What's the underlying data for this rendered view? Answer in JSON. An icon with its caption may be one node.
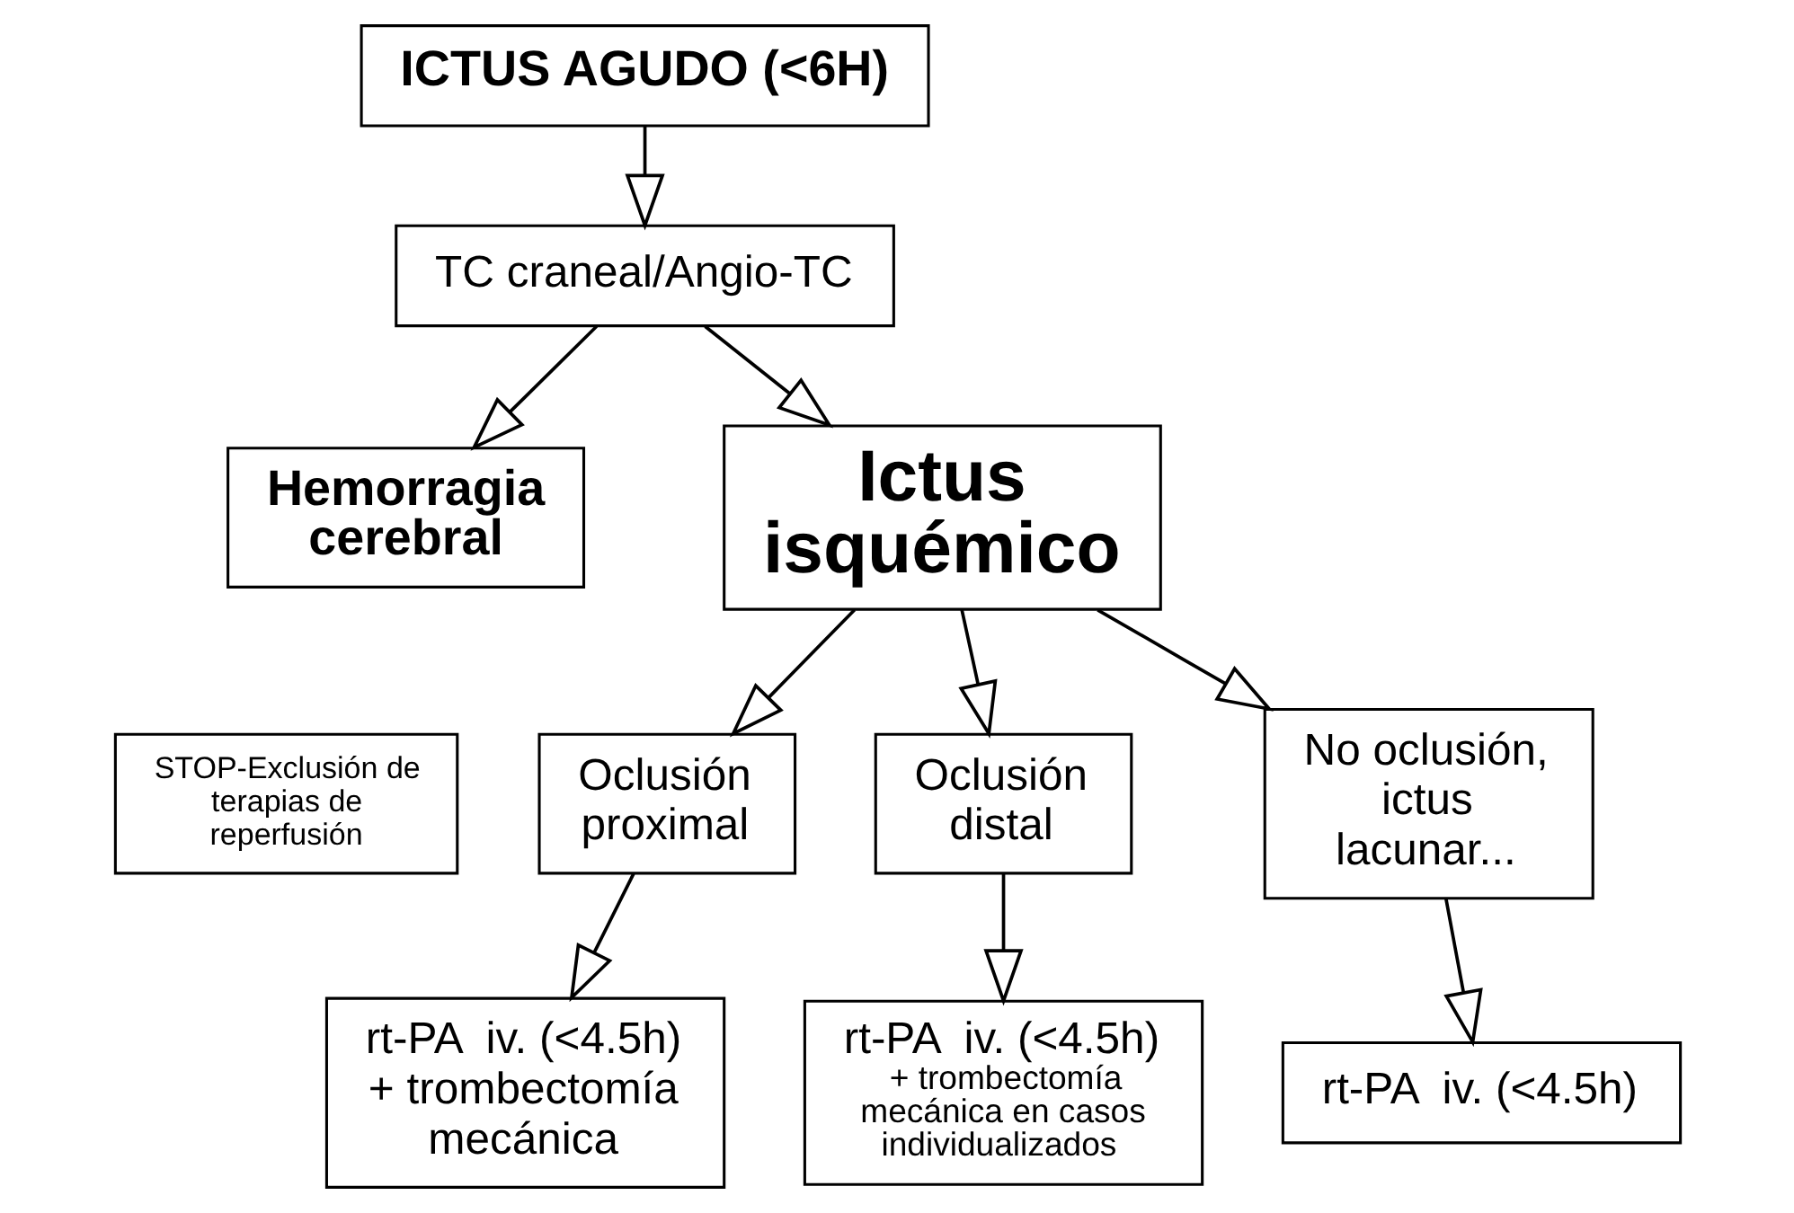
{
  "diagram": {
    "nodes": [
      {
        "text": [
          "ICTUS AGUDO (<6H)"
        ]
      },
      {
        "text": [
          "TC craneal/Angio-TC"
        ]
      },
      {
        "text": [
          "Hemorragia cerebral"
        ]
      },
      {
        "text": [
          "STOP-Exclusión de terapias de reperfusión"
        ]
      },
      {
        "text": [
          "Ictus isquémico"
        ]
      },
      {
        "text": [
          "Oclusión proximal"
        ]
      },
      {
        "text": [
          "Oclusión distal"
        ]
      },
      {
        "text": [
          "No oclusión, ictus lacunar..."
        ]
      },
      {
        "text": [
          "rt-PA  iv. (<4.5h) + trombectomía mecánica"
        ]
      },
      {
        "text": [
          "rt-PA  iv. (<4.5h)",
          "+ trombectomía mecánica en casos individualizados"
        ]
      },
      {
        "text": [
          "rt-PA  iv. (<4.5h)"
        ]
      }
    ],
    "edges": [
      {
        "from": 0,
        "to": 1,
        "arrow": "to"
      },
      {
        "from": 1,
        "to": 2,
        "arrow": "to"
      },
      {
        "from": 1,
        "to": 4,
        "arrow": "to"
      },
      {
        "from": 4,
        "to": 5,
        "arrow": "to"
      },
      {
        "from": 4,
        "to": 6,
        "arrow": "to"
      },
      {
        "from": 4,
        "to": 7,
        "arrow": "to"
      },
      {
        "from": 5,
        "to": 8,
        "arrow": "to"
      },
      {
        "from": 6,
        "to": 9,
        "arrow": "to"
      },
      {
        "from": 7,
        "to": 10,
        "arrow": "to"
      }
    ]
  }
}
